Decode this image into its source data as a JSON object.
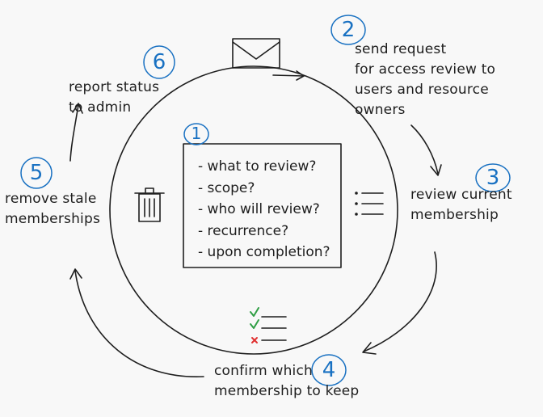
{
  "steps": [
    {
      "number": "1",
      "items": [
        "- what to review?",
        "- scope?",
        "- who will review?",
        "- recurrence?",
        "- upon completion?"
      ]
    },
    {
      "number": "2",
      "text": "send request\nfor access review to\nusers and resource\nowners"
    },
    {
      "number": "3",
      "text": "review current\nmembership"
    },
    {
      "number": "4",
      "text": "confirm which\nmembership to keep"
    },
    {
      "number": "5",
      "text": "remove stale\nmemberships"
    },
    {
      "number": "6",
      "text": "report status\nto admin"
    }
  ],
  "icons": [
    "envelope-icon",
    "trash-can-icon",
    "list-icon",
    "checklist-icon"
  ],
  "colors": {
    "ink": "#1e1e1e",
    "number": "#1971c2",
    "check": "#2f9e44",
    "cross": "#e03131",
    "background": "#f8f8f8"
  }
}
